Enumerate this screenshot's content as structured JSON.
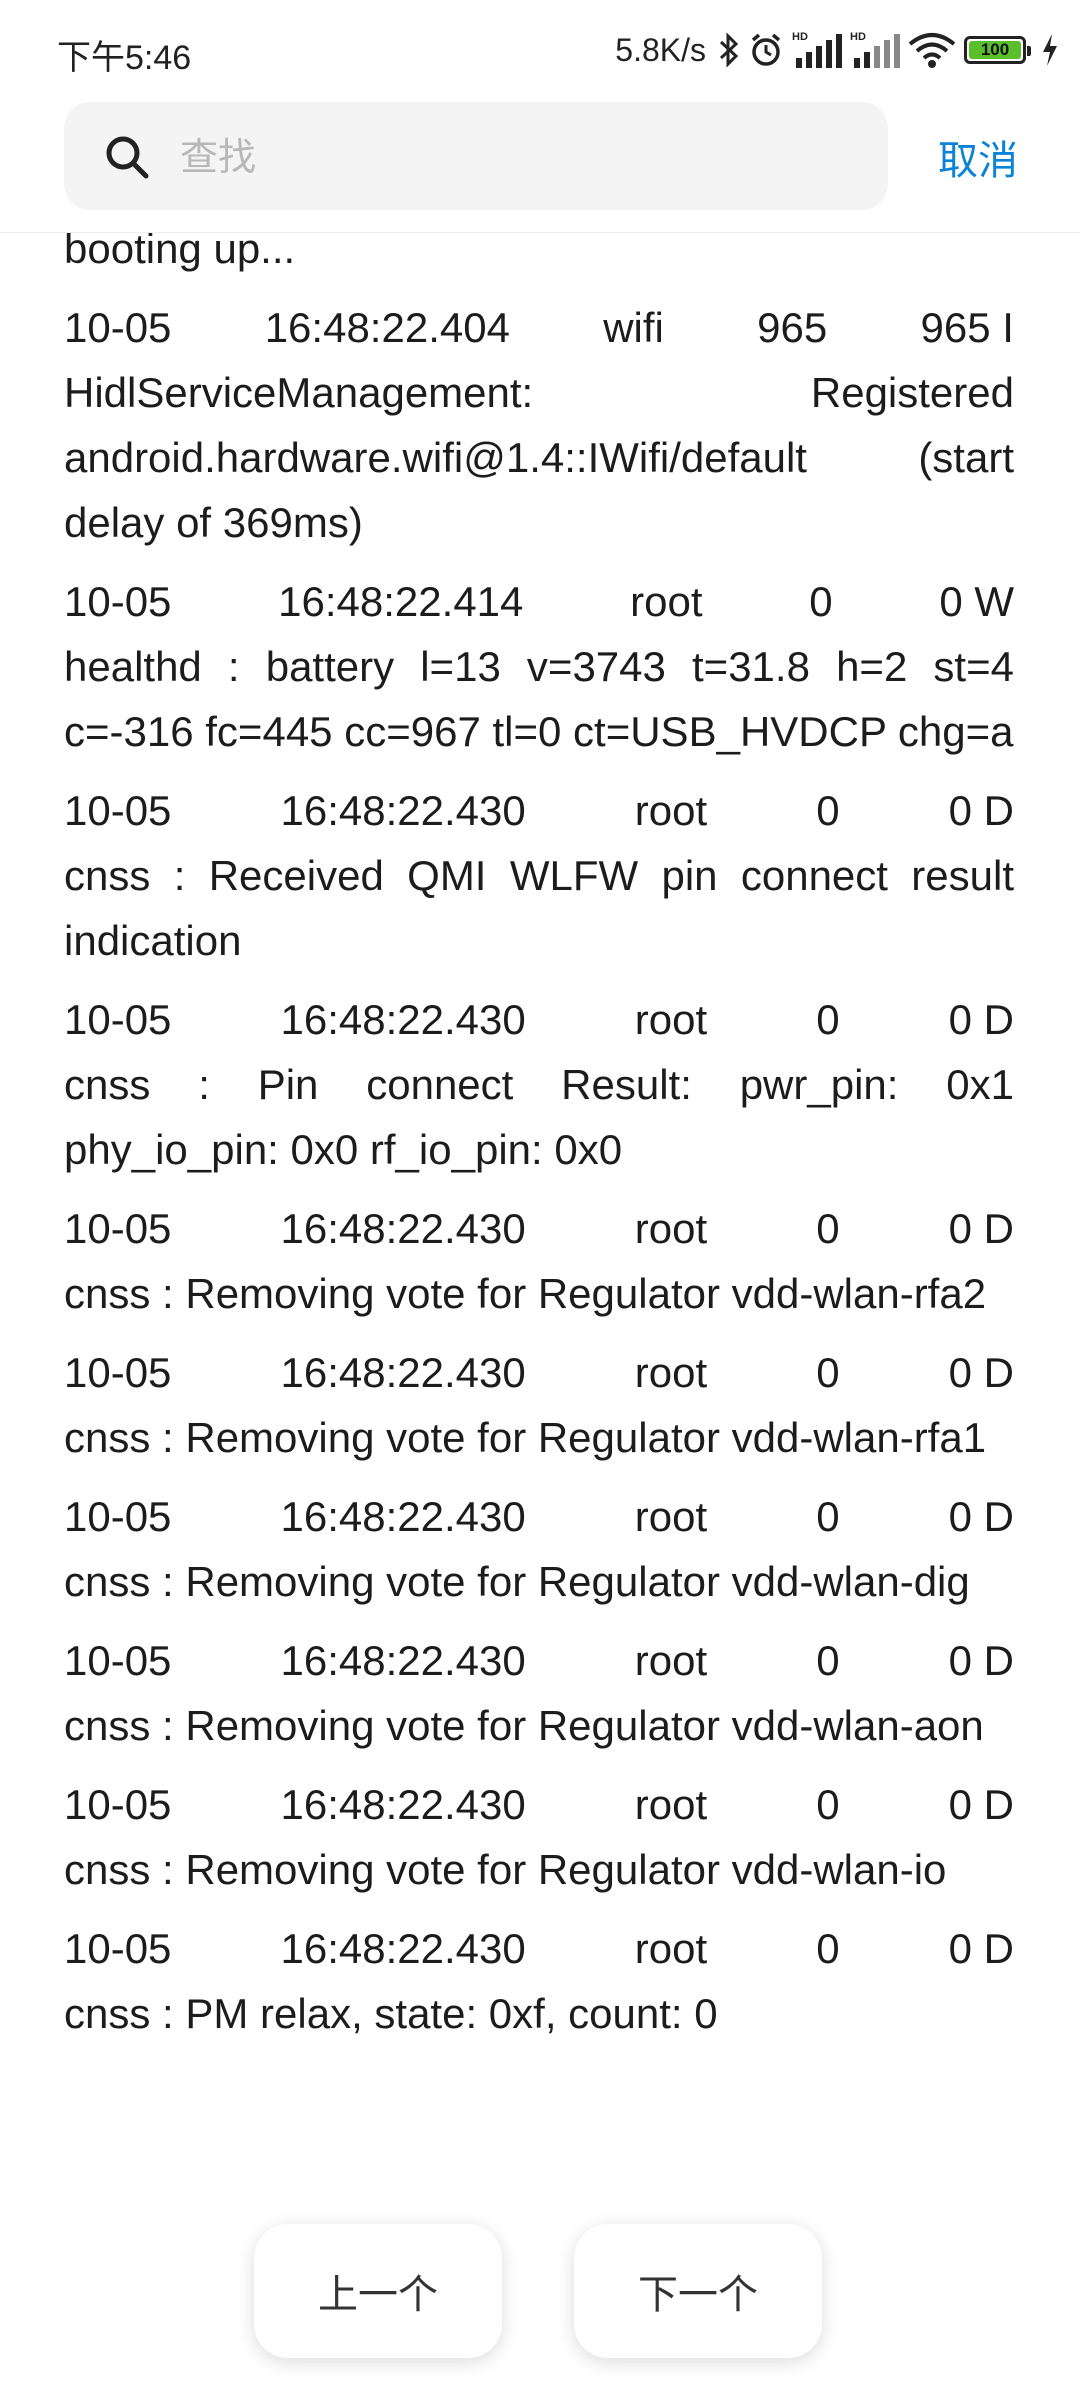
{
  "status_bar": {
    "time": "下午5:46",
    "net_speed": "5.8K/s",
    "battery": "100",
    "icons": [
      "bluetooth-icon",
      "alarm-icon",
      "signal-hd-1-icon",
      "signal-hd-2-icon",
      "wifi-icon",
      "battery-icon",
      "charging-icon"
    ]
  },
  "search": {
    "placeholder": "查找",
    "value": "",
    "cancel_label": "取消"
  },
  "log": {
    "partial_top": "booting up...",
    "entries": [
      {
        "meta": [
          "10-05",
          "16:48:22.404",
          "wifi",
          "965",
          "965 I"
        ],
        "lines": [
          "HidlServiceManagement: Registered android.hardware.wifi@1.4::IWifi/default (start delay of 369ms)"
        ]
      },
      {
        "meta": [
          "10-05",
          "16:48:22.414",
          "root",
          "0",
          "0 W"
        ],
        "lines": [
          "healthd : battery l=13 v=3743 t=31.8 h=2 st=4 c=-316 fc=445 cc=967 tl=0 ct=USB_HVDCP chg=a"
        ]
      },
      {
        "meta": [
          "10-05",
          "16:48:22.430",
          "root",
          "0",
          "0 D"
        ],
        "lines": [
          "cnss : Received QMI WLFW pin connect result indication"
        ]
      },
      {
        "meta": [
          "10-05",
          "16:48:22.430",
          "root",
          "0",
          "0 D"
        ],
        "lines": [
          "cnss : Pin connect Result: pwr_pin: 0x1 phy_io_pin: 0x0 rf_io_pin: 0x0"
        ]
      },
      {
        "meta": [
          "10-05",
          "16:48:22.430",
          "root",
          "0",
          "0 D"
        ],
        "lines": [
          "cnss : Removing vote for Regulator vdd-wlan-rfa2"
        ]
      },
      {
        "meta": [
          "10-05",
          "16:48:22.430",
          "root",
          "0",
          "0 D"
        ],
        "lines": [
          "cnss : Removing vote for Regulator vdd-wlan-rfa1"
        ]
      },
      {
        "meta": [
          "10-05",
          "16:48:22.430",
          "root",
          "0",
          "0 D"
        ],
        "lines": [
          "cnss : Removing vote for Regulator vdd-wlan-dig"
        ]
      },
      {
        "meta": [
          "10-05",
          "16:48:22.430",
          "root",
          "0",
          "0 D"
        ],
        "lines": [
          "cnss : Removing vote for Regulator vdd-wlan-aon"
        ]
      },
      {
        "meta": [
          "10-05",
          "16:48:22.430",
          "root",
          "0",
          "0 D"
        ],
        "lines": [
          "cnss : Removing vote for Regulator vdd-wlan-io"
        ]
      },
      {
        "meta": [
          "10-05",
          "16:48:22.430",
          "root",
          "0",
          "0 D"
        ],
        "lines": [
          "cnss : PM relax, state: 0xf, count: 0"
        ]
      }
    ]
  },
  "nav": {
    "prev_label": "上一个",
    "next_label": "下一个"
  },
  "colors": {
    "accent": "#0b84d8",
    "battery_fill": "#5bbe2b",
    "search_bg": "#f4f4f4"
  }
}
